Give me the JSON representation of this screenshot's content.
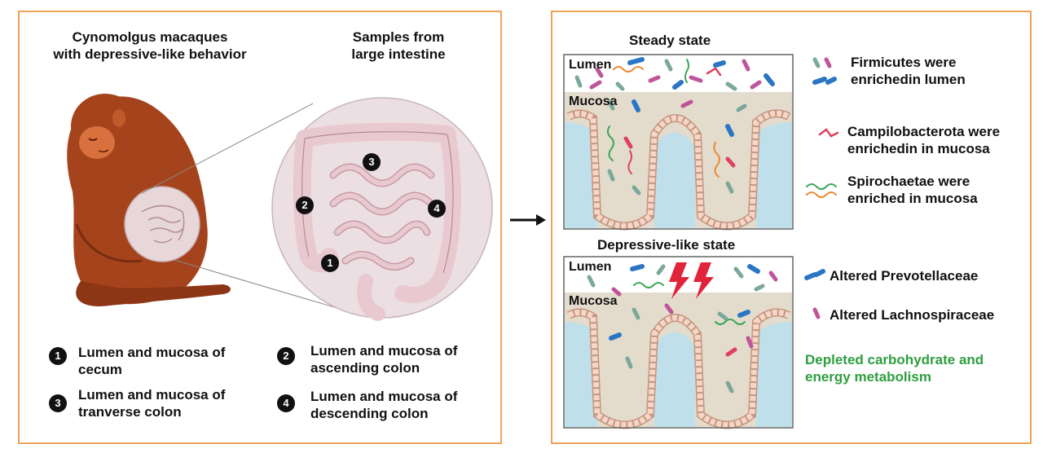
{
  "left": {
    "title_subject": [
      "Cynomolgus macaques",
      "with depressive-like behavior"
    ],
    "title_samples": [
      "Samples from",
      "large intestine"
    ],
    "markers": [
      "1",
      "2",
      "3",
      "4"
    ],
    "legend": [
      {
        "num": "1",
        "lines": [
          "Lumen and mucosa of",
          "cecum"
        ]
      },
      {
        "num": "2",
        "lines": [
          "Lumen and mucosa of",
          "ascending colon"
        ]
      },
      {
        "num": "3",
        "lines": [
          "Lumen and mucosa of",
          "tranverse colon"
        ]
      },
      {
        "num": "4",
        "lines": [
          "Lumen and mucosa of",
          "descending colon"
        ]
      }
    ]
  },
  "right": {
    "steady": {
      "title": "Steady state",
      "lumen": "Lumen",
      "mucosa": "Mucosa",
      "legend": [
        {
          "icon": "firmicutes-bacteria-icon",
          "lines": [
            "Firmicutes were",
            "enrichedin lumen"
          ]
        },
        {
          "icon": "campilobacterota-bacteria-icon",
          "lines": [
            "Campilobacterota were",
            "enrichedin in mucosa"
          ]
        },
        {
          "icon": "spirochaetae-bacteria-icon",
          "lines": [
            "Spirochaetae were",
            "enriched in mucosa"
          ]
        }
      ]
    },
    "depressive": {
      "title": "Depressive-like state",
      "lumen": "Lumen",
      "mucosa": "Mucosa",
      "legend": [
        {
          "icon": "prevotellaceae-bacteria-icon",
          "lines": [
            "Altered Prevotellaceae"
          ]
        },
        {
          "icon": "lachnospiraceae-bacteria-icon",
          "lines": [
            "Altered Lachnospiraceae"
          ]
        }
      ],
      "note": [
        "Depleted carbohydrate and",
        "energy metabolism"
      ]
    }
  },
  "colors": {
    "panel_border": "#f0a25a",
    "monkey": "#a5441c",
    "intestine": "#e8c9cf",
    "lumen_bg": "#bfe0ea",
    "mucosa_tissue": "#e3dccd",
    "cell": "#f5d6c7",
    "firmicutes": "#c0549a",
    "prevotellaceae": "#2a76c4",
    "campilobacterota": "#e04060",
    "spirochaetae_green": "#3aa65a",
    "spirochaetae_orange": "#e88a35",
    "grey_rod": "#7aa89a",
    "note_green": "#2e9e3e",
    "lightning": "#e0243a"
  }
}
